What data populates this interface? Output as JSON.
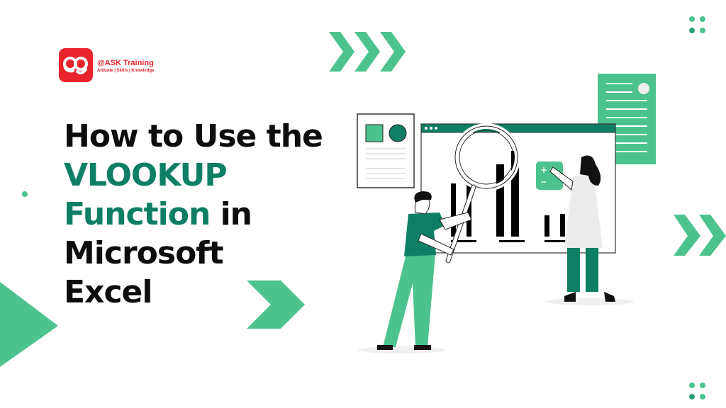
{
  "brand": {
    "name": "@ASK Training",
    "tagline": "Attitude | Skills | Knowledge",
    "logo_icon": "aa-smile-logo-icon",
    "color": "#e8232c"
  },
  "headline": {
    "line1": "How to Use the",
    "line2_highlight": "VLOOKUP",
    "line3_highlight": "Function",
    "line3_rest": " in",
    "line4": "Microsoft",
    "line5": "Excel"
  },
  "colors": {
    "accent_light": "#4cc38f",
    "accent_dark": "#0e7f64",
    "text": "#0d0d0d",
    "background": "#ffffff"
  },
  "decorations": {
    "top_chevrons": 3,
    "right_chevrons": 2,
    "dot_grids": [
      "top-right",
      "bottom-right"
    ]
  },
  "illustration": {
    "description": "Two people analyzing a bar chart on a browser window with a magnifying glass",
    "window_dots": 3,
    "chart_bars_heights": [
      70,
      40,
      105,
      122,
      30,
      35
    ]
  }
}
